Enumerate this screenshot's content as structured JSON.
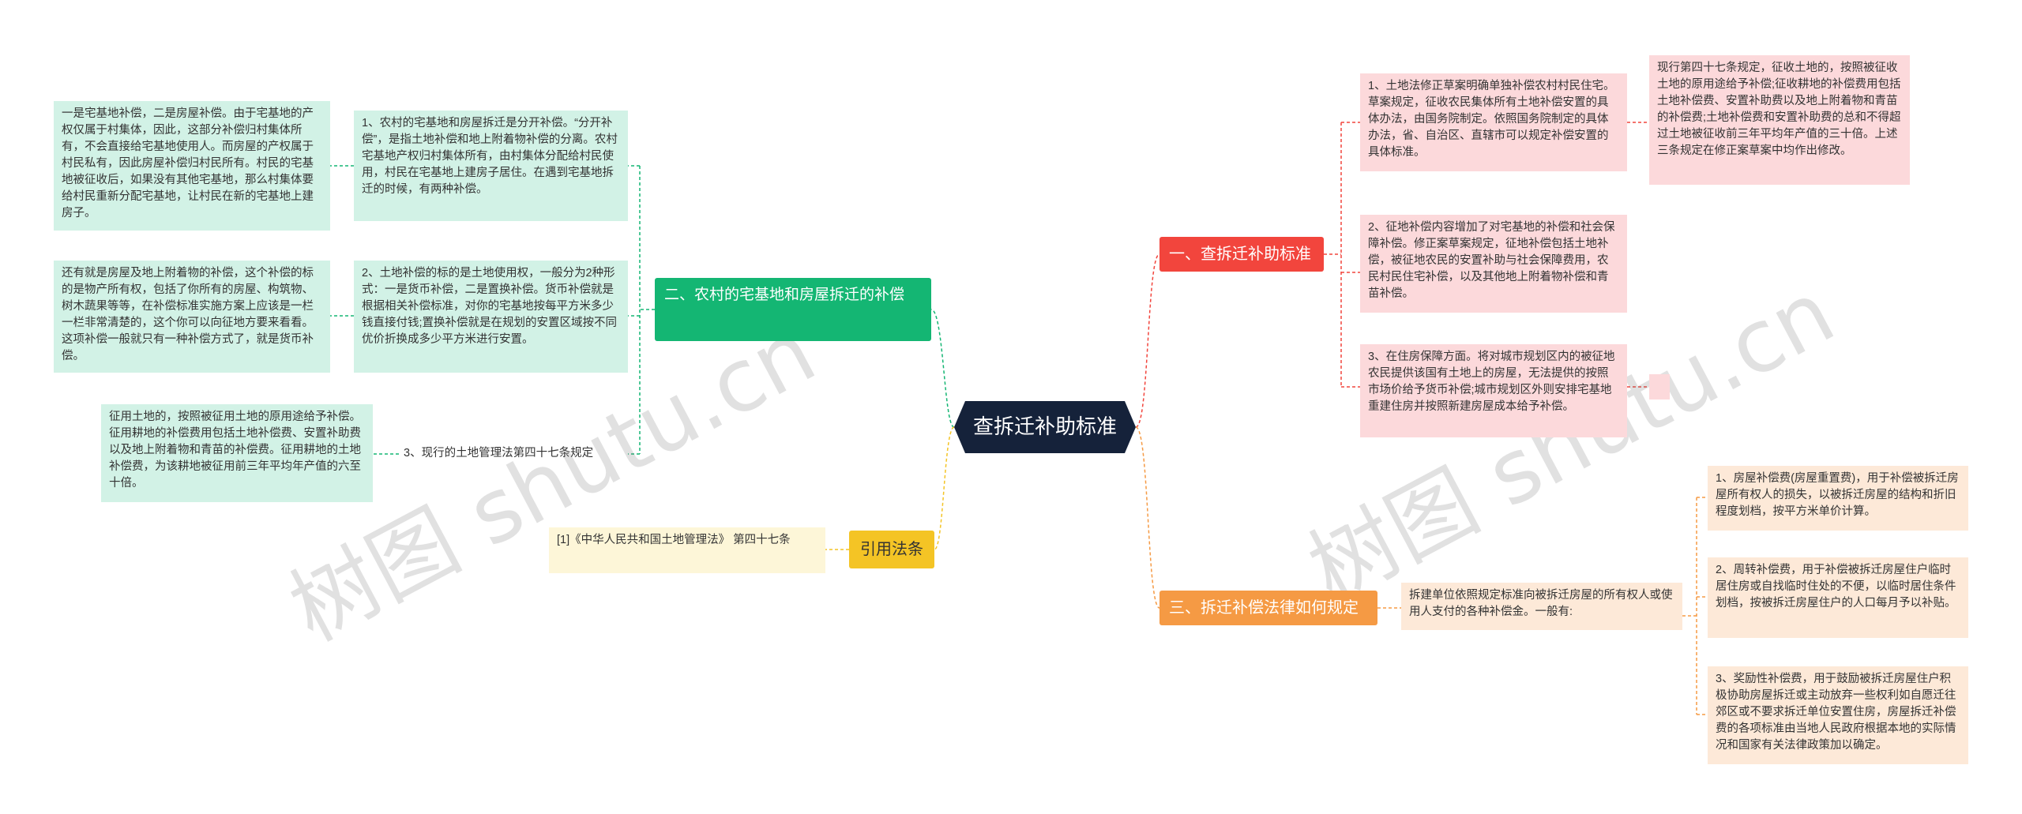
{
  "root": {
    "label": "查拆迁补助标准"
  },
  "right": {
    "branch1": {
      "label": "一、查拆迁补助标准",
      "items": [
        "1、土地法修正草案明确单独补偿农村村民住宅。草案规定，征收农民集体所有土地补偿安置的具体办法，由国务院制定。依照国务院制定的具体办法，省、自治区、直辖市可以规定补偿安置的具体标准。",
        "2、征地补偿内容增加了对宅基地的补偿和社会保障补偿。修正案草案规定，征地补偿包括土地补偿，被征地农民的安置补助与社会保障费用，农民村民住宅补偿，以及其他地上附着物补偿和青苗补偿。",
        "3、在住房保障方面。将对城市规划区内的被征地农民提供该国有土地上的房屋，无法提供的按照市场价给予货币补偿;城市规划区外则安排宅基地重建住房并按照新建房屋成本给予补偿。"
      ],
      "detail1": "现行第四十七条规定，征收土地的，按照被征收土地的原用途给予补偿;征收耕地的补偿费用包括土地补偿费、安置补助费以及地上附着物和青苗的补偿费;土地补偿费和安置补助费的总和不得超过土地被征收前三年平均年产值的三十倍。上述三条规定在修正案草案中均作出修改。",
      "detail3": ""
    },
    "branch3": {
      "label": "三、拆迁补偿法律如何规定",
      "intro": "拆建单位依照规定标准向被拆迁房屋的所有权人或使用人支付的各种补偿金。一般有:",
      "items": [
        "1、房屋补偿费(房屋重置费)，用于补偿被拆迁房屋所有权人的损失，以被拆迁房屋的结构和折旧程度划档，按平方米单价计算。",
        "2、周转补偿费，用于补偿被拆迁房屋住户临时居住房或自找临时住处的不便，以临时居住条件划档，按被拆迁房屋住户的人口每月予以补贴。",
        "3、奖励性补偿费，用于鼓励被拆迁房屋住户积极协助房屋拆迁或主动放弃一些权利如自愿迁往郊区或不要求拆迁单位安置住房，房屋拆迁补偿费的各项标准由当地人民政府根据本地的实际情况和国家有关法律政策加以确定。"
      ]
    }
  },
  "left": {
    "branch2": {
      "label": "二、农村的宅基地和房屋拆迁的补偿",
      "items": [
        "1、农村的宅基地和房屋拆迁是分开补偿。“分开补偿”，是指土地补偿和地上附着物补偿的分离。农村宅基地产权归村集体所有，由村集体分配给村民使用，村民在宅基地上建房子居住。在遇到宅基地拆迁的时候，有两种补偿。",
        "2、土地补偿的标的是土地使用权，一般分为2种形式：一是货币补偿，二是置换补偿。货币补偿就是根据相关补偿标准，对你的宅基地按每平方米多少钱直接付钱;置换补偿就是在规划的安置区域按不同优价折换成多少平方米进行安置。",
        "3、现行的土地管理法第四十七条规定"
      ],
      "details": [
        "一是宅基地补偿，二是房屋补偿。由于宅基地的产权仅属于村集体，因此，这部分补偿归村集体所有，不会直接给宅基地使用人。而房屋的产权属于村民私有，因此房屋补偿归村民所有。村民的宅基地被征收后，如果没有其他宅基地，那么村集体要给村民重新分配宅基地，让村民在新的宅基地上建房子。",
        "还有就是房屋及地上附着物的补偿，这个补偿的标的是物产所有权，包括了你所有的房屋、构筑物、树木蔬果等等，在补偿标准实施方案上应该是一栏一栏非常清楚的，这个你可以向征地方要来看看。这项补偿一般就只有一种补偿方式了，就是货币补偿。",
        "征用土地的，按照被征用土地的原用途给予补偿。征用耕地的补偿费用包括土地补偿费、安置补助费以及地上附着物和青苗的补偿费。征用耕地的土地补偿费，为该耕地被征用前三年平均年产值的六至十倍。"
      ]
    },
    "branch4": {
      "label": "引用法条",
      "items": [
        "[1]《中华人民共和国土地管理法》 第四十七条"
      ]
    }
  },
  "watermark": [
    "树图 shutu.cn",
    "树图 shutu.cn"
  ],
  "colors": {
    "root": "#15223a",
    "red": "#f2453d",
    "orange": "#f59a44",
    "green": "#14b673",
    "yellow": "#f4c425"
  }
}
